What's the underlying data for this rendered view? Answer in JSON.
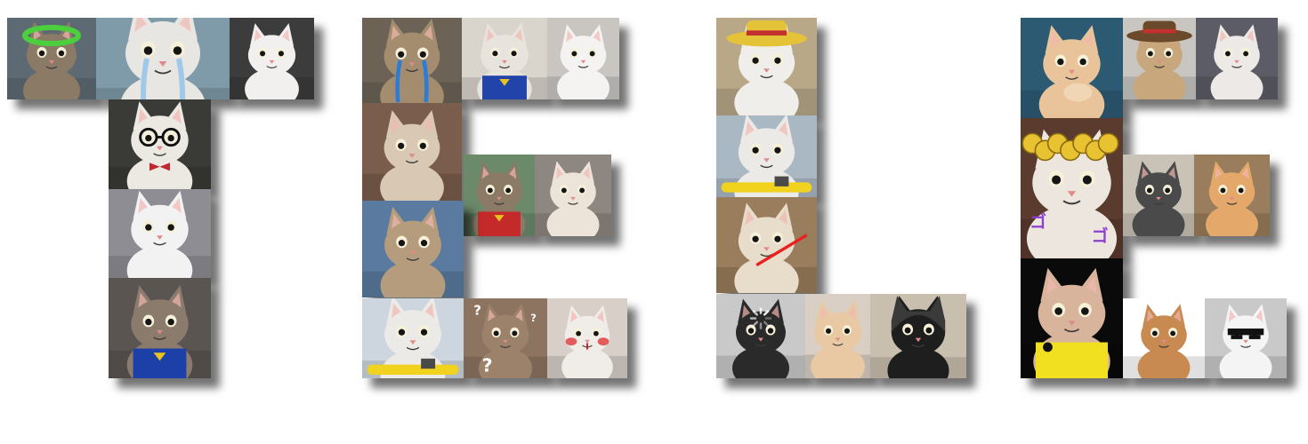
{
  "collage": {
    "letters": [
      {
        "id": "T",
        "tiles": [
          {
            "name": "cat-green-wreath-tile",
            "bg": "#5e6a73",
            "fur": "#8a7a66",
            "accent": "#4ccf3d",
            "prop": "wreath"
          },
          {
            "name": "cat-crying-white-tile",
            "bg": "#7f9aa8",
            "fur": "#e8e6e3",
            "accent": "#a0c8e8",
            "prop": "tears"
          },
          {
            "name": "cat-beret-tile",
            "bg": "#3c3c3c",
            "fur": "#f2f0ee",
            "accent": "#c0282e",
            "prop": "none"
          },
          {
            "name": "cat-scientist-tile",
            "bg": "#3a3a36",
            "fur": "#ece8e2",
            "accent": "#c0282e",
            "prop": "glasses"
          },
          {
            "name": "cat-fluffy-smile-tile",
            "bg": "#8d8d93",
            "fur": "#f2f2f2",
            "accent": "#d7c37a",
            "prop": "none"
          },
          {
            "name": "cat-superman-tile",
            "bg": "#5b5552",
            "fur": "#8b7b6d",
            "accent": "#1d3fa8",
            "prop": "cape"
          }
        ]
      },
      {
        "id": "E",
        "tiles": [
          {
            "name": "cat-blue-tears-tile",
            "bg": "#6c6356",
            "fur": "#a38d6e",
            "accent": "#2b7cd6",
            "prop": "tears"
          },
          {
            "name": "cat-superhero-costume-tile",
            "bg": "#d9d4cc",
            "fur": "#e8e3dc",
            "accent": "#2244aa",
            "prop": "cape"
          },
          {
            "name": "cat-lying-white-tile",
            "bg": "#c9c6c2",
            "fur": "#f4f3f1",
            "accent": "#2a2a2a",
            "prop": "none"
          },
          {
            "name": "cat-sleeping-pile-tile",
            "bg": "#7a5d4c",
            "fur": "#d9c8b4",
            "accent": "#3a4fa0",
            "prop": "none"
          },
          {
            "name": "cat-spiderman-tile",
            "bg": "#6b8a6a",
            "fur": "#8a7a66",
            "accent": "#c42a2a",
            "prop": "cape"
          },
          {
            "name": "cat-pointing-tile",
            "bg": "#8e8680",
            "fur": "#ece4d8",
            "accent": "#c79a6a",
            "prop": "none"
          },
          {
            "name": "cat-laughing-tabby-tile",
            "bg": "#5a7aa0",
            "fur": "#b59c7d",
            "accent": "#2a2a2a",
            "prop": "none"
          },
          {
            "name": "cat-yellow-chair-tile",
            "bg": "#cdd6df",
            "fur": "#eceae6",
            "accent": "#f0d21f",
            "prop": "chair"
          },
          {
            "name": "cat-question-marks-tile",
            "bg": "#8c7460",
            "fur": "#9c826a",
            "accent": "#ffffff",
            "prop": "question"
          },
          {
            "name": "cat-blushing-tile",
            "bg": "#d8cfc8",
            "fur": "#f0ece8",
            "accent": "#e03a3a",
            "prop": "blush"
          }
        ]
      },
      {
        "id": "L",
        "tiles": [
          {
            "name": "cat-straw-hat-tile",
            "bg": "#b8a888",
            "fur": "#f0eeeb",
            "accent": "#e4c339",
            "prop": "hat"
          },
          {
            "name": "cat-yellow-chair-l-tile",
            "bg": "#aab8c4",
            "fur": "#eceae6",
            "accent": "#f0d21f",
            "prop": "chair"
          },
          {
            "name": "cat-lightsaber-tile",
            "bg": "#9a7d5c",
            "fur": "#e8dccb",
            "accent": "#e82020",
            "prop": "saber"
          },
          {
            "name": "cat-loading-tile",
            "bg": "#c9c9c9",
            "fur": "#2a2a2a",
            "accent": "#ffffff",
            "prop": "loading"
          },
          {
            "name": "cat-kitten-standing-tile",
            "bg": "#d9cfc5",
            "fur": "#e8c9a4",
            "accent": "#c99a6a",
            "prop": "none"
          },
          {
            "name": "cat-batman-tile",
            "bg": "#c9bfae",
            "fur": "#1e1e1e",
            "accent": "#3a3a3a",
            "prop": "mask"
          }
        ]
      },
      {
        "id": "E2",
        "tiles": [
          {
            "name": "cat-thinking-tile",
            "bg": "#2d5a73",
            "fur": "#e9c49a",
            "accent": "#f1d6b6",
            "prop": "hand"
          },
          {
            "name": "cat-puss-boots-tile",
            "bg": "#c9c6c2",
            "fur": "#c9a77d",
            "accent": "#6a4a2a",
            "prop": "hat"
          },
          {
            "name": "cat-stunned-tile",
            "bg": "#5c5c66",
            "fur": "#ece9e6",
            "accent": "#f4a39a",
            "prop": "none"
          },
          {
            "name": "cat-golden-hair-tile",
            "bg": "#5a3b2e",
            "fur": "#ece6de",
            "accent": "#e8c230",
            "prop": "hair"
          },
          {
            "name": "cat-black-suit-tile",
            "bg": "#c9c2b6",
            "fur": "#4a4a4a",
            "accent": "#222222",
            "prop": "none"
          },
          {
            "name": "cat-tongue-out-tile",
            "bg": "#9a7d5c",
            "fur": "#e3a86a",
            "accent": "#e86a8a",
            "prop": "none"
          },
          {
            "name": "cat-sphynx-hero-tile",
            "bg": "#0a0a0a",
            "fur": "#d8b49c",
            "accent": "#f0e020",
            "prop": "suit"
          },
          {
            "name": "cat-smug-tabby-tile",
            "bg": "#ffffff",
            "fur": "#c98a52",
            "accent": "#6a4a2a",
            "prop": "none"
          },
          {
            "name": "cat-sunglasses-tile",
            "bg": "#c9c9c9",
            "fur": "#f4f4f4",
            "accent": "#111111",
            "prop": "shades"
          }
        ]
      }
    ]
  }
}
